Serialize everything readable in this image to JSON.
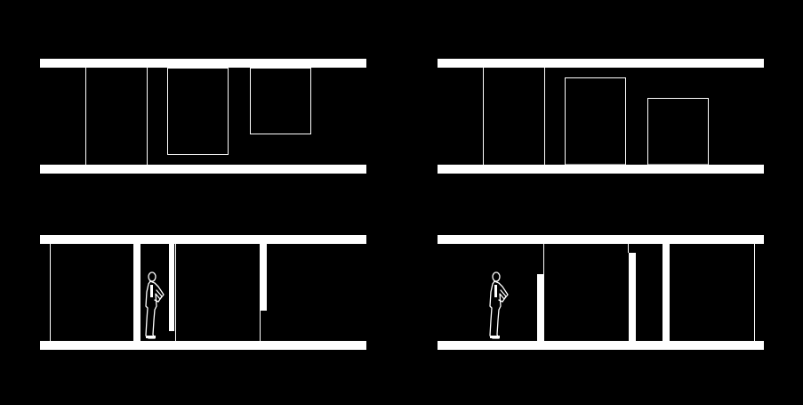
{
  "background_color": "#000000",
  "line_color": "#ffffff",
  "panels": [
    {
      "name": "section-top-left"
    },
    {
      "name": "section-top-right"
    },
    {
      "name": "section-bottom-left"
    },
    {
      "name": "section-bottom-right"
    }
  ]
}
